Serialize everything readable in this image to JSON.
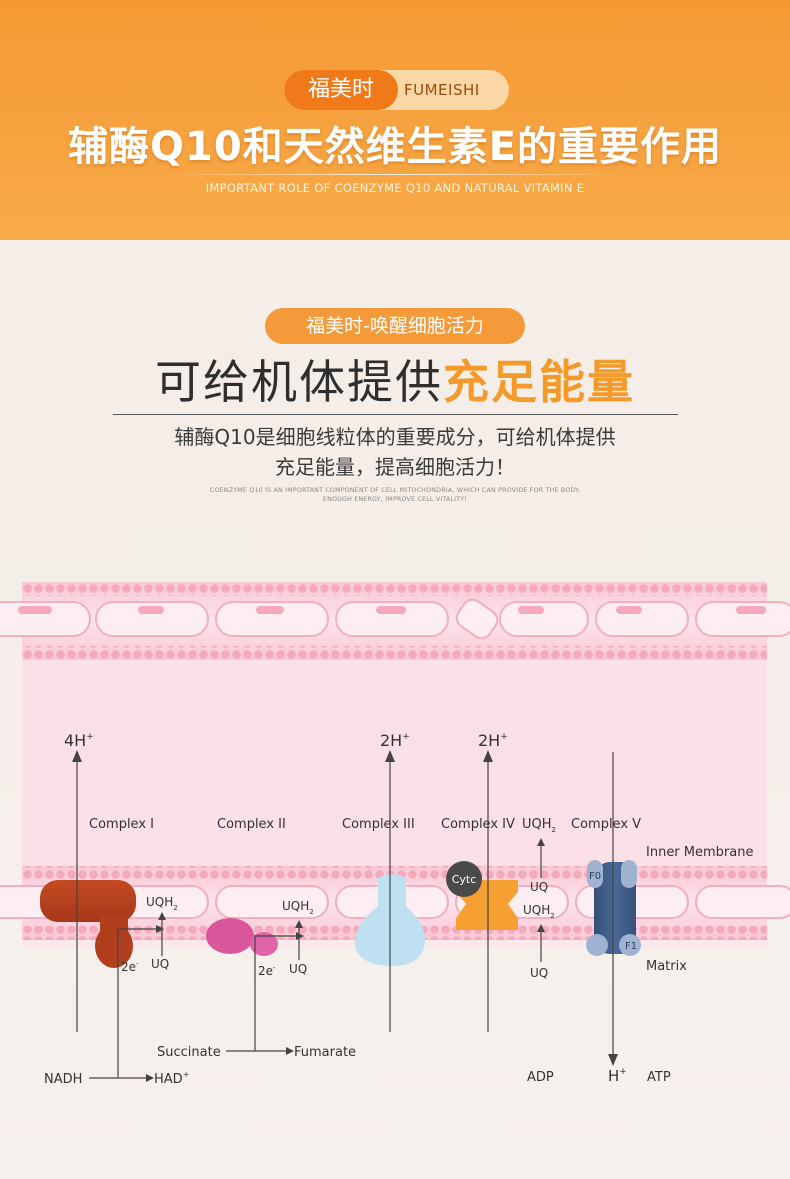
{
  "header": {
    "brand_cn": "福美时",
    "brand_en": "FUMEISHI",
    "title": "辅酶Q10和天然维生素E的重要作用",
    "subtitle": "IMPORTANT ROLE OF COENZYME Q10 AND NATURAL VITAMIN E"
  },
  "section": {
    "pill": "福美时-唤醒细胞活力",
    "title_plain": "可给机体提供",
    "title_highlight": "充足能量",
    "desc_line1": "辅酶Q10是细胞线粒体的重要成分，可给机体提供",
    "desc_line2": "充足能量，提高细胞活力！",
    "desc_en_line1": "COENZYME Q10 IS AN IMPORTANT COMPONENT OF CELL MITOCHONDRIA, WHICH CAN PROVIDE FOR THE BODY.",
    "desc_en_line2": "ENOUGH ENERGY, IMPROVE CELL VITALITY!"
  },
  "diagram": {
    "h_4": "4H",
    "h_2a": "2H",
    "h_2b": "2H",
    "plus": "+",
    "complex1": "Complex  I",
    "complex2": "Complex  II",
    "complex3": "Complex   III",
    "complex4": "Complex  IV",
    "complex5": "Complex V",
    "uqh": "UQH",
    "sub2": "2",
    "uq": "UQ",
    "e2": "2e",
    "minus": "-",
    "cytc": "Cytc",
    "f0": "F0",
    "f1": "F1",
    "inner_membrane": "Inner Membrane",
    "matrix": "Matrix",
    "nadh": "NADH",
    "had": "HAD",
    "succinate": "Succinate",
    "fumarate": "Fumarate",
    "adp": "ADP",
    "h": "H",
    "atp": "ATP"
  },
  "colors": {
    "orange": "#f59a33",
    "complex1": "#b8401e",
    "complex2": "#d9559c",
    "complex3": "#bfe0f1",
    "complex4": "#f6a033",
    "complex5": "#3d5a86",
    "membrane": "#f7b6c8"
  }
}
